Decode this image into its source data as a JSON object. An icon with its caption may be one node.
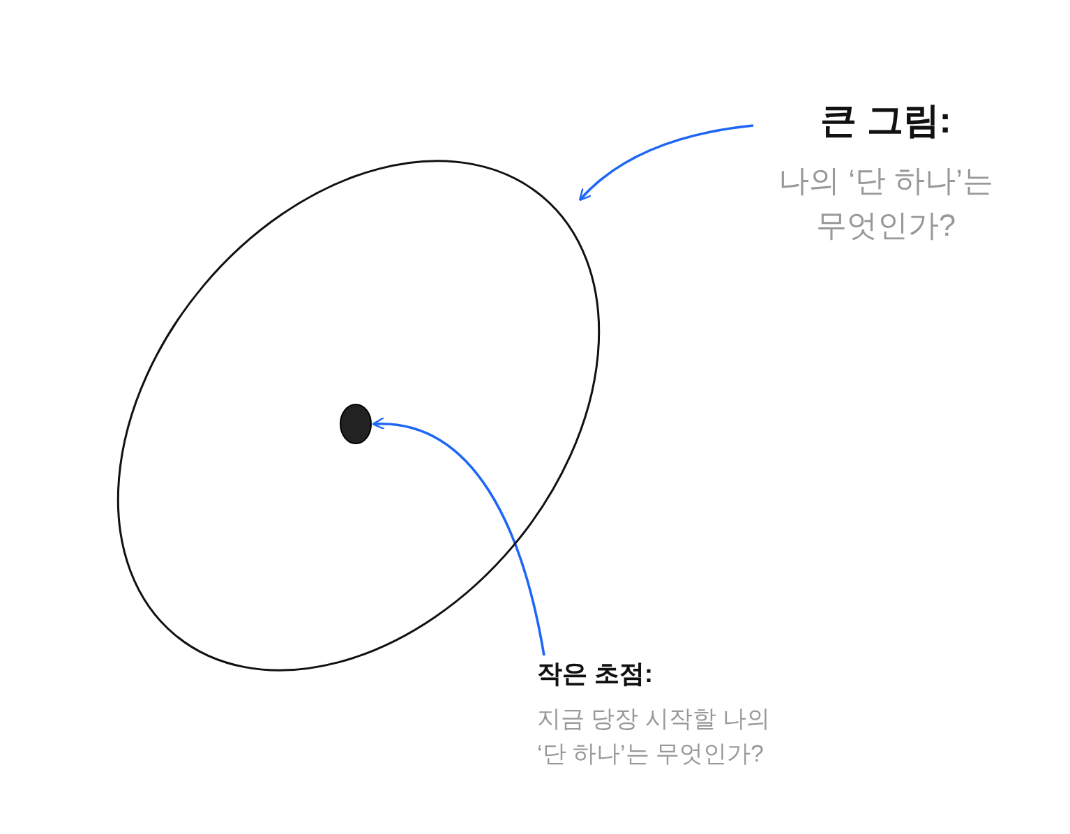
{
  "diagram": {
    "nodes": [
      {
        "text": [],
        "shape": "circle"
      },
      {
        "text": [],
        "shape": "circle",
        "in": 0
      },
      {
        "text": [
          "큰 그림:",
          "나의 ‘단 하나’는 무엇인가?"
        ]
      },
      {
        "text": [
          "작은 초점:",
          "지금 당장 시작할 나의 ‘단 하나’는 무엇인가?"
        ]
      }
    ],
    "edges": [
      {
        "from": 2,
        "to": 0,
        "arrow": "to"
      },
      {
        "from": 3,
        "to": 1,
        "arrow": "to"
      }
    ]
  }
}
